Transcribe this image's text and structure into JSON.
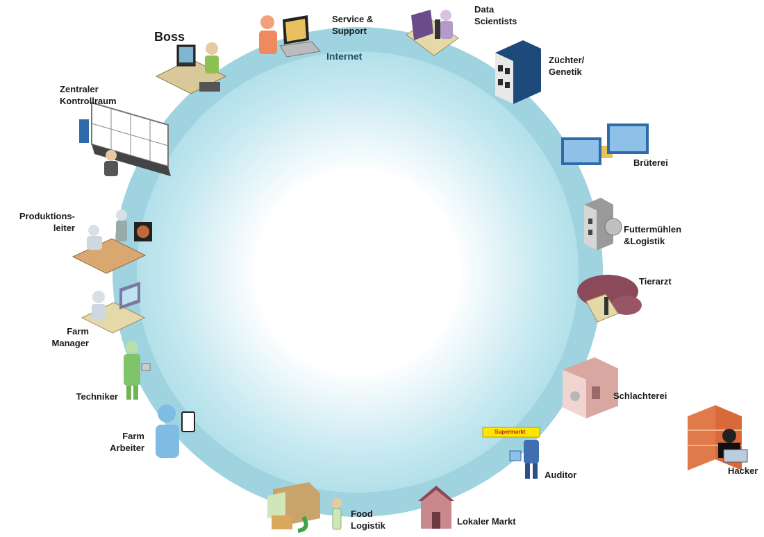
{
  "ring": {
    "label": "Internet",
    "color_outer": "#9fd3e0",
    "color_inner": "#bfe6ef",
    "color_core": "#ffffff"
  },
  "nodes": [
    {
      "id": "boss",
      "lines": [
        "Boss"
      ],
      "icon": "person-at-desk-icon"
    },
    {
      "id": "service",
      "lines": [
        "Service &",
        "Support"
      ],
      "icon": "laptop-user-icon"
    },
    {
      "id": "data-scientists",
      "lines": [
        "Data",
        "Scientists"
      ],
      "icon": "microscope-researcher-icon"
    },
    {
      "id": "zuechter",
      "lines": [
        "Züchter/",
        "Genetik"
      ],
      "icon": "building-icon"
    },
    {
      "id": "brueterei",
      "lines": [
        "Brüterei"
      ],
      "icon": "datacenter-buildings-icon"
    },
    {
      "id": "futtermuehlen",
      "lines": [
        "Futtermühlen",
        "&Logistik"
      ],
      "icon": "mill-building-icon"
    },
    {
      "id": "tierarzt",
      "lines": [
        "Tierarzt"
      ],
      "icon": "vet-lab-icon"
    },
    {
      "id": "schlachterei",
      "lines": [
        "Schlachterei"
      ],
      "icon": "slaughterhouse-building-icon"
    },
    {
      "id": "hacker",
      "lines": [
        "Hacker"
      ],
      "icon": "hacker-firewall-icon"
    },
    {
      "id": "auditor",
      "lines": [
        "Auditor"
      ],
      "icon": "auditor-person-icon",
      "sign": "Supermarkt"
    },
    {
      "id": "lokaler-markt",
      "lines": [
        "Lokaler Markt"
      ],
      "icon": "house-icon"
    },
    {
      "id": "food-logistik",
      "lines": [
        "Food",
        "Logistik"
      ],
      "icon": "delivery-truck-icon"
    },
    {
      "id": "farm-arbeiter",
      "lines": [
        "Farm",
        "Arbeiter"
      ],
      "icon": "worker-tablet-icon"
    },
    {
      "id": "techniker",
      "lines": [
        "Techniker"
      ],
      "icon": "technician-icon"
    },
    {
      "id": "farm-manager",
      "lines": [
        "Farm",
        "Manager"
      ],
      "icon": "manager-desk-icon"
    },
    {
      "id": "produktionsleiter",
      "lines": [
        "Produktions-",
        "leiter"
      ],
      "icon": "production-desk-icon"
    },
    {
      "id": "kontrollraum",
      "lines": [
        "Zentraler",
        "Kontrollraum"
      ],
      "icon": "video-wall-icon"
    }
  ]
}
